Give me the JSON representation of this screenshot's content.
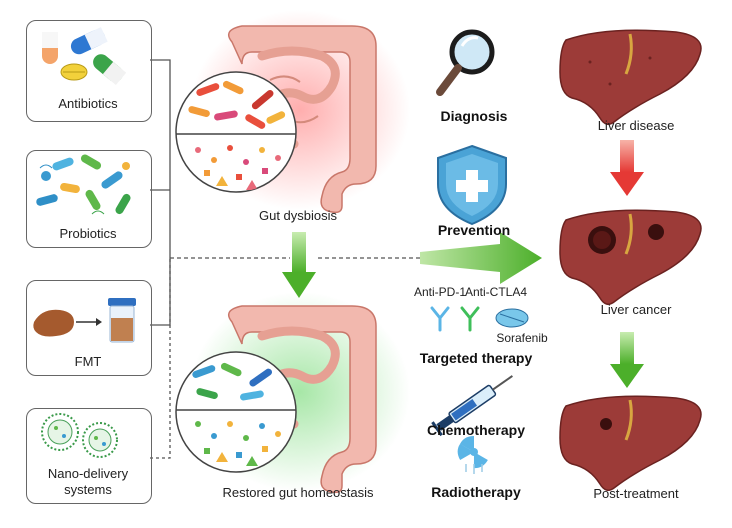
{
  "treatments": [
    {
      "label": "Antibiotics"
    },
    {
      "label": "Probiotics"
    },
    {
      "label": "FMT"
    },
    {
      "label": "Nano-delivery systems",
      "lines": [
        "Nano-delivery",
        "systems"
      ]
    }
  ],
  "gut": {
    "dysbiosis_label": "Gut dysbiosis",
    "homeostasis_label": "Restored gut homeostasis"
  },
  "clinical": {
    "diagnosis": "Diagnosis",
    "prevention": "Prevention",
    "targeted_therapy": "Targeted therapy",
    "drugs": [
      "Anti-PD-1",
      "Anti-CTLA4",
      "Sorafenib"
    ],
    "chemotherapy": "Chemotherapy",
    "radiotherapy": "Radiotherapy"
  },
  "liver": {
    "disease": "Liver disease",
    "cancer": "Liver cancer",
    "post_treatment": "Post-treatment"
  },
  "colors": {
    "red_arrow": "#e53935",
    "green_arrow": "#5cb82e",
    "liver": "#9c3b38",
    "shield": "#4aa3d6",
    "intestine": "#f2b8ae"
  }
}
